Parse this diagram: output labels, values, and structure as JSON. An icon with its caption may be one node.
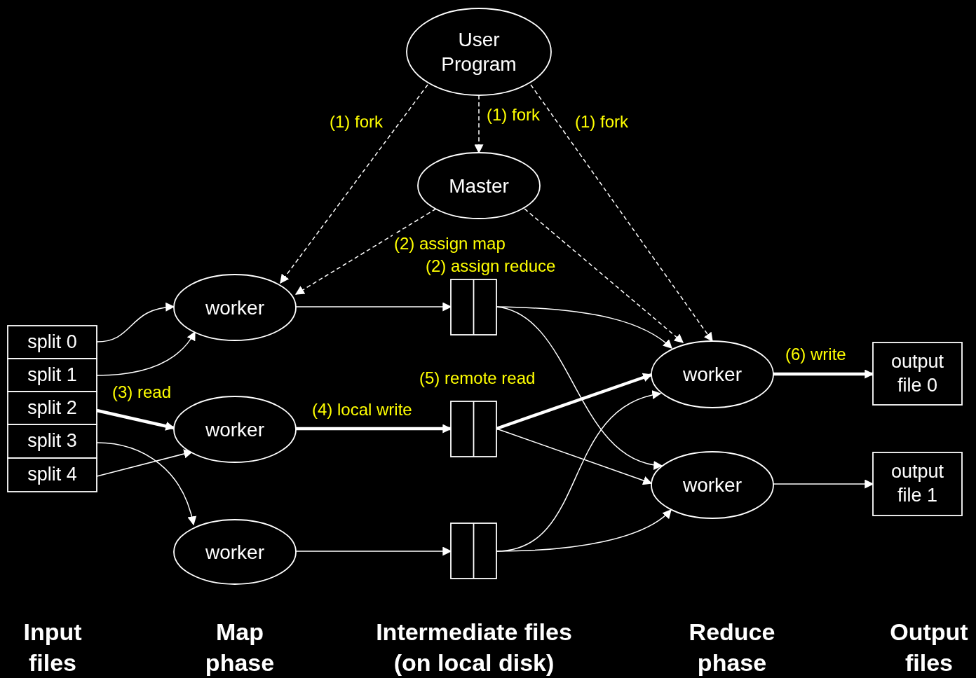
{
  "diagram": {
    "nodes": [
      {
        "text": [
          "User Program"
        ]
      },
      {
        "text": [
          "Master"
        ]
      },
      {
        "text": [
          "worker"
        ]
      },
      {
        "text": [
          "worker"
        ]
      },
      {
        "text": [
          "worker"
        ]
      },
      {
        "text": [
          "split 0"
        ]
      },
      {
        "text": [
          "split 1"
        ]
      },
      {
        "text": [
          "split 2"
        ]
      },
      {
        "text": [
          "split 3"
        ]
      },
      {
        "text": [
          "split 4"
        ]
      },
      {
        "text": [],
        "shape": "box"
      },
      {
        "text": [],
        "shape": "box"
      },
      {
        "text": [],
        "shape": "box"
      },
      {
        "text": [
          "worker"
        ]
      },
      {
        "text": [
          "worker"
        ]
      },
      {
        "text": [
          "output file 0"
        ]
      },
      {
        "text": [
          "output file 1"
        ]
      }
    ],
    "edges": [
      {
        "from": 0,
        "to": 2,
        "arrow": "to",
        "label": "(1) fork",
        "style": "dashed"
      },
      {
        "from": 0,
        "to": 1,
        "arrow": "to",
        "label": "(1) fork",
        "style": "dashed"
      },
      {
        "from": 0,
        "to": 13,
        "arrow": "to",
        "label": "(1) fork",
        "style": "dashed"
      },
      {
        "from": 1,
        "to": 2,
        "arrow": "to",
        "label": "(2) assign map",
        "style": "dashed"
      },
      {
        "from": 1,
        "to": 13,
        "arrow": "to",
        "label": "(2) assign reduce",
        "style": "dashed"
      },
      {
        "from": 5,
        "to": 2,
        "arrow": "to"
      },
      {
        "from": 6,
        "to": 2,
        "arrow": "to"
      },
      {
        "from": 7,
        "to": 3,
        "arrow": "to",
        "label": "(3) read",
        "style": "thick"
      },
      {
        "from": 8,
        "to": 4,
        "arrow": "to"
      },
      {
        "from": 9,
        "to": 3,
        "arrow": "to"
      },
      {
        "from": 2,
        "to": 10,
        "arrow": "to"
      },
      {
        "from": 3,
        "to": 11,
        "arrow": "to",
        "label": "(4) local write",
        "style": "thick"
      },
      {
        "from": 4,
        "to": 12,
        "arrow": "to"
      },
      {
        "from": 10,
        "to": 13,
        "arrow": "to"
      },
      {
        "from": 10,
        "to": 14,
        "arrow": "to"
      },
      {
        "from": 11,
        "to": 13,
        "arrow": "to",
        "label": "(5) remote read",
        "style": "thick"
      },
      {
        "from": 11,
        "to": 14,
        "arrow": "to"
      },
      {
        "from": 12,
        "to": 13,
        "arrow": "to"
      },
      {
        "from": 12,
        "to": 14,
        "arrow": "to"
      },
      {
        "from": 13,
        "to": 15,
        "arrow": "to",
        "label": "(6) write",
        "style": "thick"
      },
      {
        "from": 14,
        "to": 16,
        "arrow": "to"
      }
    ],
    "labels": [
      "Input files",
      "Map phase",
      "Intermediate files (on local disk)",
      "Reduce phase",
      "Output files"
    ]
  }
}
